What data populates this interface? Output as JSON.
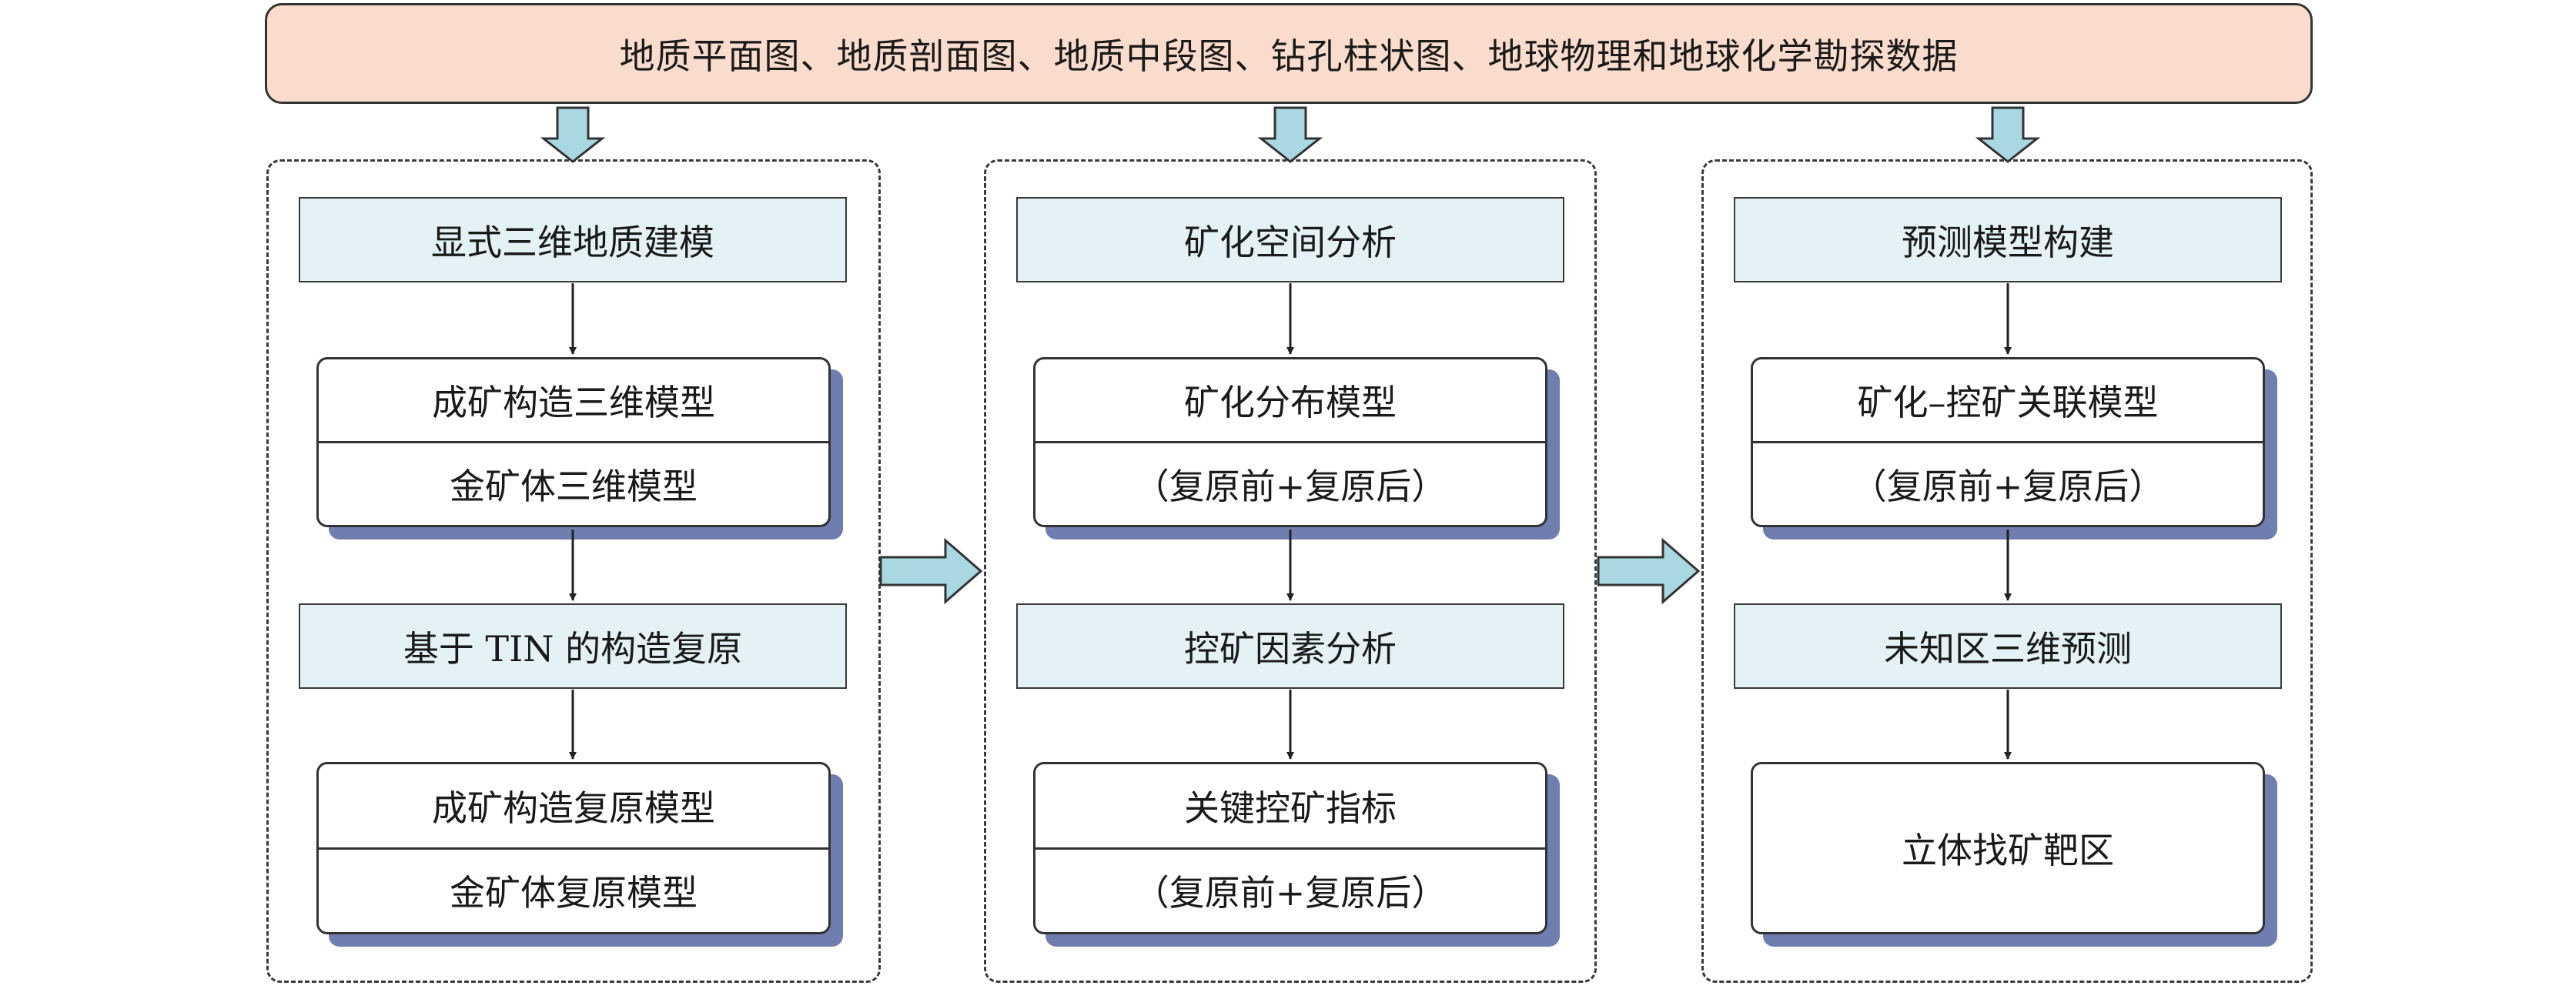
{
  "top": {
    "label": "地质平面图、地质剖面图、地质中段图、钻孔柱状图、地球物理和地球化学勘探数据"
  },
  "colors": {
    "banner_fill": "#fadccd",
    "header_fill": "#e4f2f5",
    "arrow_fill": "#a9d8e2",
    "shadow": "#6f7eaf"
  },
  "columns": [
    {
      "header1": "显式三维地质建模",
      "card1": [
        "成矿构造三维模型",
        "金矿体三维模型"
      ],
      "header2": "基于 TIN 的构造复原",
      "card2": [
        "成矿构造复原模型",
        "金矿体复原模型"
      ]
    },
    {
      "header1": "矿化空间分析",
      "card1": [
        "矿化分布模型",
        "（复原前+复原后）"
      ],
      "header2": "控矿因素分析",
      "card2": [
        "关键控矿指标",
        "（复原前+复原后）"
      ]
    },
    {
      "header1": "预测模型构建",
      "card1": [
        "矿化–控矿关联模型",
        "（复原前+复原后）"
      ],
      "header2": "未知区三维预测",
      "card2": [
        "立体找矿靶区"
      ]
    }
  ]
}
